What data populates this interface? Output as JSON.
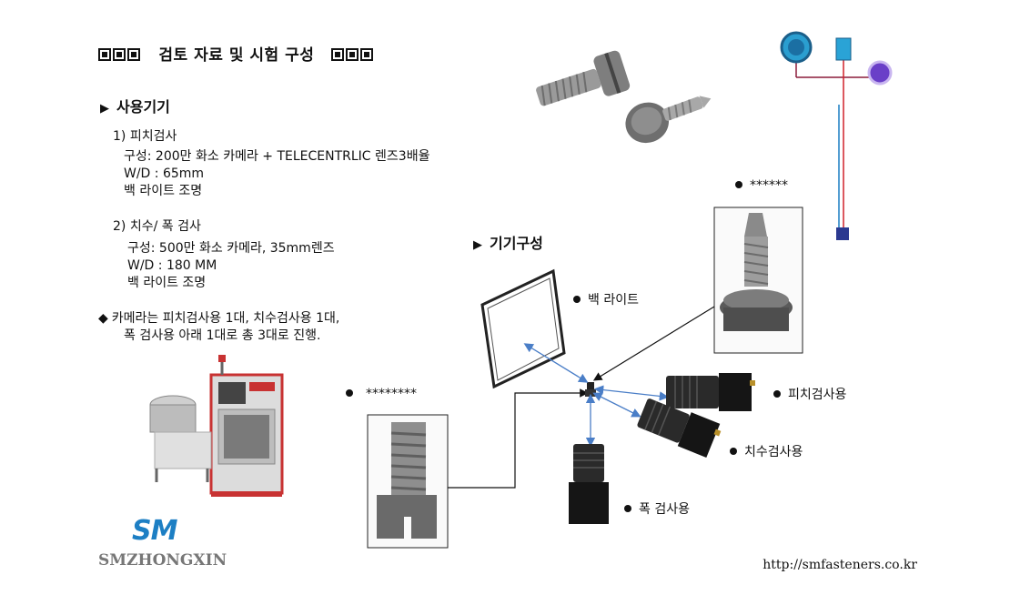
{
  "title": {
    "prefix_boxes": 3,
    "text": "검토 자료 및 시험 구성",
    "suffix_boxes": 3
  },
  "equipment": {
    "heading": "사용기기",
    "pitch": {
      "label": "1) 피치검사",
      "lines": [
        "구성: 200만 화소 카메라 + TELECENTRLIC 렌즈3배율",
        "W/D : 65mm",
        "백 라이트 조명"
      ]
    },
    "dimension": {
      "label": "2) 치수/ 폭 검사",
      "lines": [
        "구성: 500만 화소 카메라, 35mm렌즈",
        "W/D : 180 MM",
        "백 라이트 조명"
      ]
    },
    "note": {
      "line1": "카메라는 피치검사용 1대, 치수검사용 1대,",
      "line2": "폭 검사용 아래 1대로 총 3대로 진행."
    }
  },
  "layout_section": {
    "heading": "기기구성",
    "labels": {
      "backlight": "백 라이트",
      "pitch_cam": "피치검사용",
      "dim_cam": "치수검사용",
      "width_cam": "폭 검사용",
      "part_top": "******",
      "part_left": "********"
    }
  },
  "brand": {
    "logo": "SM",
    "company": "SMZHONGXIN"
  },
  "footer": {
    "url": "http://smfasteners.co.kr"
  },
  "colors": {
    "accent_blue": "#1d7fc4",
    "arrow_blue": "#4a7ec7",
    "deco_circle_teal": "#2a9ed0",
    "deco_circle_purple": "#6a3fc8",
    "deco_square_navy": "#2b3990",
    "deco_line_red": "#d0202a"
  }
}
